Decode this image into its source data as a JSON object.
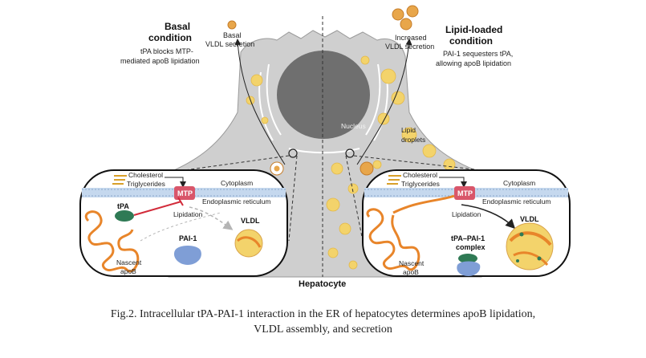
{
  "basal": {
    "title_line1": "Basal",
    "title_line2": "condition",
    "desc_line1": "tPA blocks MTP-",
    "desc_line2": "mediated apoB lipidation",
    "secretion_line1": "Basal",
    "secretion_line2": "VLDL secretion"
  },
  "lipid": {
    "title_line1": "Lipid-loaded",
    "title_line2": "condition",
    "desc_line1": "PAI-1 sequesters tPA,",
    "desc_line2": "allowing apoB lipidation",
    "secretion_line1": "Increased",
    "secretion_line2": "VLDL secretion"
  },
  "cell": {
    "nucleus": "Nucleus",
    "droplets_line1": "Lipid",
    "droplets_line2": "droplets",
    "hepatocyte": "Hepatocyte"
  },
  "left_inset": {
    "cholesterol": "Cholesterol",
    "triglycerides": "Triglycerides",
    "cytoplasm": "Cytoplasm",
    "mtp": "MTP",
    "er": "Endoplasmic reticulum",
    "tpa": "tPA",
    "lipidation": "Lipidation",
    "vldl": "VLDL",
    "pai1": "PAI-1",
    "nascent_line1": "Nascent",
    "nascent_line2": "apoB"
  },
  "right_inset": {
    "cholesterol": "Cholesterol",
    "triglycerides": "Triglycerides",
    "cytoplasm": "Cytoplasm",
    "mtp": "MTP",
    "er": "Endoplasmic reticulum",
    "lipidation": "Lipidation",
    "vldl": "VLDL",
    "complex_line1": "tPA–PAI-1",
    "complex_line2": "complex",
    "nascent_line1": "Nascent",
    "nascent_line2": "apoB"
  },
  "colors": {
    "cell_gray": "#cfcfcf",
    "nucleus_gray": "#6f6f6f",
    "lipid_yellow": "#f3d36b",
    "apob_orange": "#e8852a",
    "mtp_pink": "#d9566a",
    "tpa_green": "#2f7a55",
    "pai1_blue": "#7f9ed6",
    "er_blue": "#c5d8ee",
    "inhibit_red": "#d22b3a"
  },
  "caption": {
    "line1": "Fig.2. Intracellular tPA-PAI-1 interaction in the ER of hepatocytes determines apoB lipidation,",
    "line2": "VLDL assembly, and secretion"
  }
}
